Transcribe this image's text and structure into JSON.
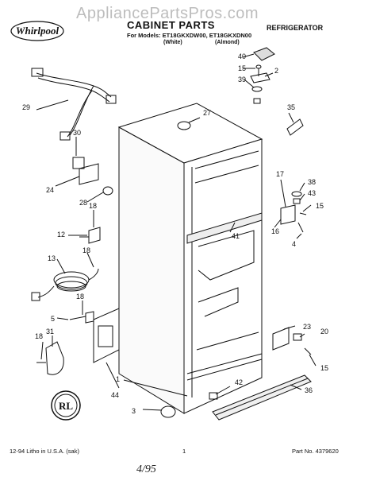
{
  "watermark": "AppliancePartsPros.com",
  "brand": "Whirlpool",
  "header": {
    "title": "CABINET PARTS",
    "product": "REFRIGERATOR",
    "models_line": "For Models: ET18GKXDW00, ET18GKXDN00",
    "variant_white": "(White)",
    "variant_almond": "(Almond)"
  },
  "footer": {
    "left": "12-94 Litho in U.S.A. (sak)",
    "page": "1",
    "right": "Part No. 4379620",
    "handwriting": "4/95"
  },
  "callouts": [
    "40",
    "15",
    "2",
    "39",
    "35",
    "27",
    "29",
    "30",
    "24",
    "28",
    "17",
    "38",
    "43",
    "15",
    "18",
    "12",
    "41",
    "16",
    "4",
    "13",
    "18",
    "18",
    "5",
    "31",
    "18",
    "23",
    "20",
    "15",
    "1",
    "44",
    "42",
    "36",
    "3"
  ],
  "colors": {
    "ink": "#111111",
    "watermark": "#bdbdbd"
  }
}
